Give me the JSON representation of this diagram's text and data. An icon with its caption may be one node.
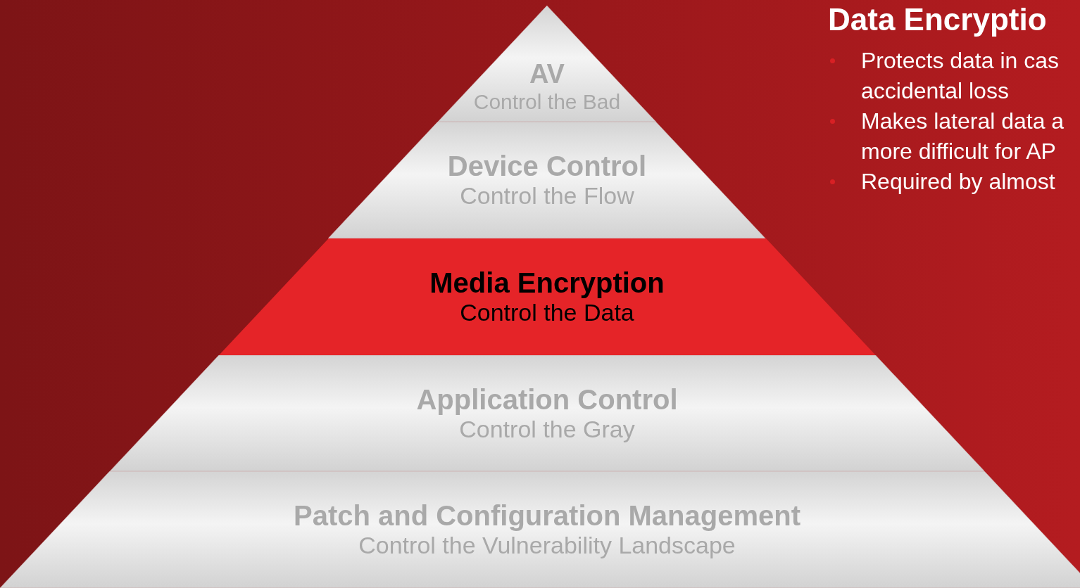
{
  "diagram": {
    "nodes": [
      {
        "text": [
          "AV",
          "Control the Bad"
        ]
      },
      {
        "text": [
          "Device Control",
          "Control the Flow"
        ]
      },
      {
        "text": [
          "Media Encryption",
          "Control the Data"
        ]
      },
      {
        "text": [
          "Application Control",
          "Control the Gray"
        ]
      },
      {
        "text": [
          "Patch and Configuration Management",
          "Control the Vulnerability Landscape"
        ]
      }
    ],
    "edges": [],
    "labels": [
      "Data Encryptio",
      "Protects data in cas accidental loss",
      "Makes lateral data a more difficult for AP",
      "Required by almost"
    ]
  }
}
